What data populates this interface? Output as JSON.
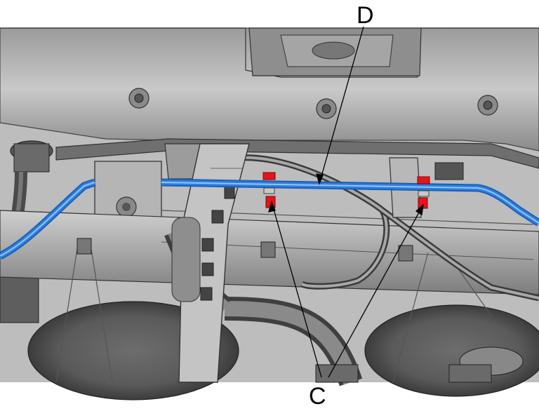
{
  "callouts": {
    "hose": "D",
    "clamps": "C"
  },
  "colors": {
    "hose": "#2f7fe0",
    "hose_highlight": "#7fb7ff",
    "clamp": "#e4151c",
    "background": "#ffffff",
    "metal_light": "#d8d8d8",
    "metal_mid": "#a9a9a9",
    "metal_dark": "#4a4a4a",
    "leader": "#000000"
  },
  "icons": [
    "washer-hose",
    "hose-clamp"
  ]
}
